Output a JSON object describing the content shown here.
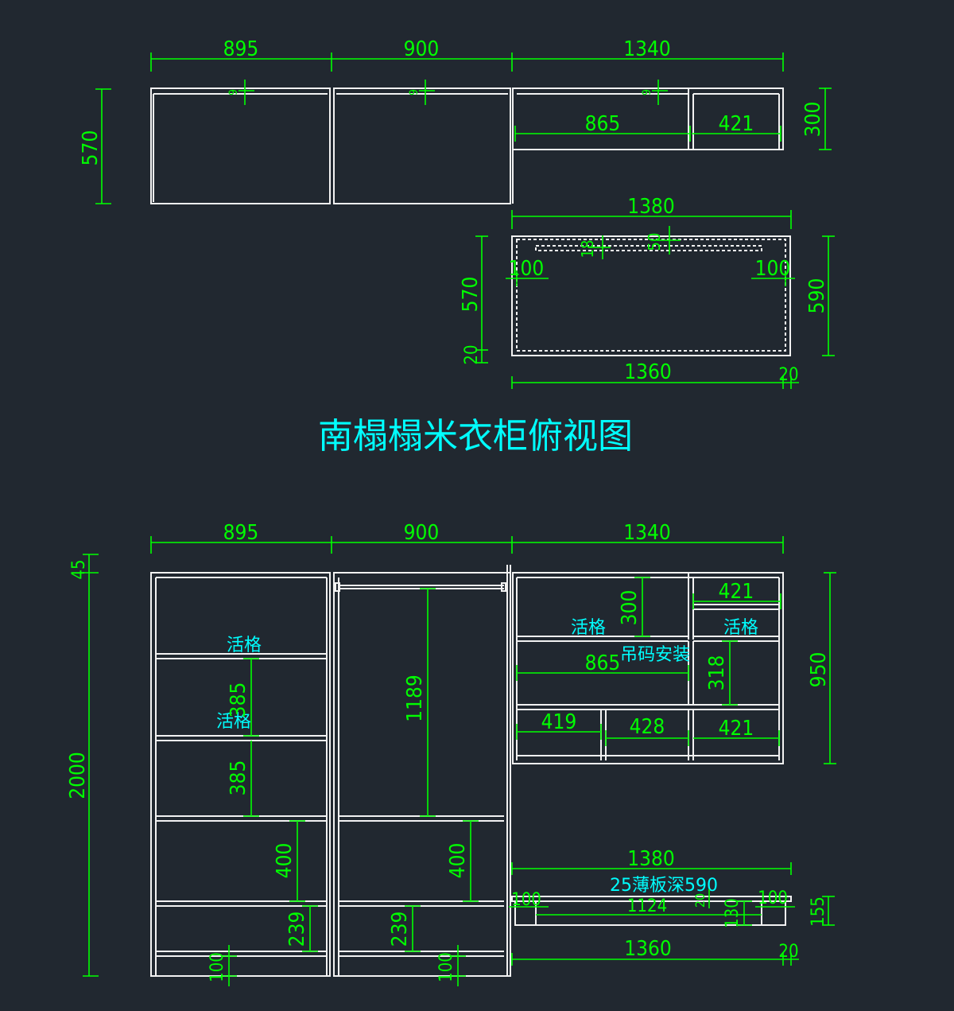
{
  "title": "南榻榻米衣柜俯视图",
  "top_view": {
    "widths": [
      "895",
      "900",
      "1340"
    ],
    "depth": "570",
    "inner_cells": [
      "865",
      "421"
    ],
    "shelf_depth": "300",
    "thickness_marks": [
      "9",
      "9",
      "9"
    ]
  },
  "bed_plan": {
    "top_width": "1380",
    "bottom_width": "1360",
    "bottom_gap": "20",
    "depth_left": "570",
    "gap_left": "20",
    "depth_right": "590",
    "inset_left": "100",
    "inset_right": "100",
    "rail_18": "18",
    "rail_50": "50"
  },
  "front_view": {
    "widths": [
      "895",
      "900",
      "1340"
    ],
    "total_height": "2000",
    "top_gap": "45",
    "left_col": {
      "label_a": "活格",
      "label_b": "活格",
      "h385a": "385",
      "h385b": "385",
      "h400": "400",
      "h239": "239",
      "h100": "100"
    },
    "mid_col": {
      "hang": "1189",
      "h400": "400",
      "h239": "239",
      "h100": "100"
    },
    "right_upper": {
      "height": "950",
      "w421_top": "421",
      "h300": "300",
      "label_left": "活格",
      "label_right": "活格",
      "w865": "865",
      "hinge_label": "吊码安装",
      "h318": "318",
      "w419": "419",
      "w428": "428",
      "w421_bottom": "421"
    },
    "bed": {
      "width_top": "1380",
      "board_note": "25薄板深590",
      "inset_left": "100",
      "inset_right": "100",
      "inner": "1124",
      "sep": "20",
      "h130": "130",
      "h155": "155",
      "width_bottom": "1360",
      "gap": "20"
    }
  }
}
